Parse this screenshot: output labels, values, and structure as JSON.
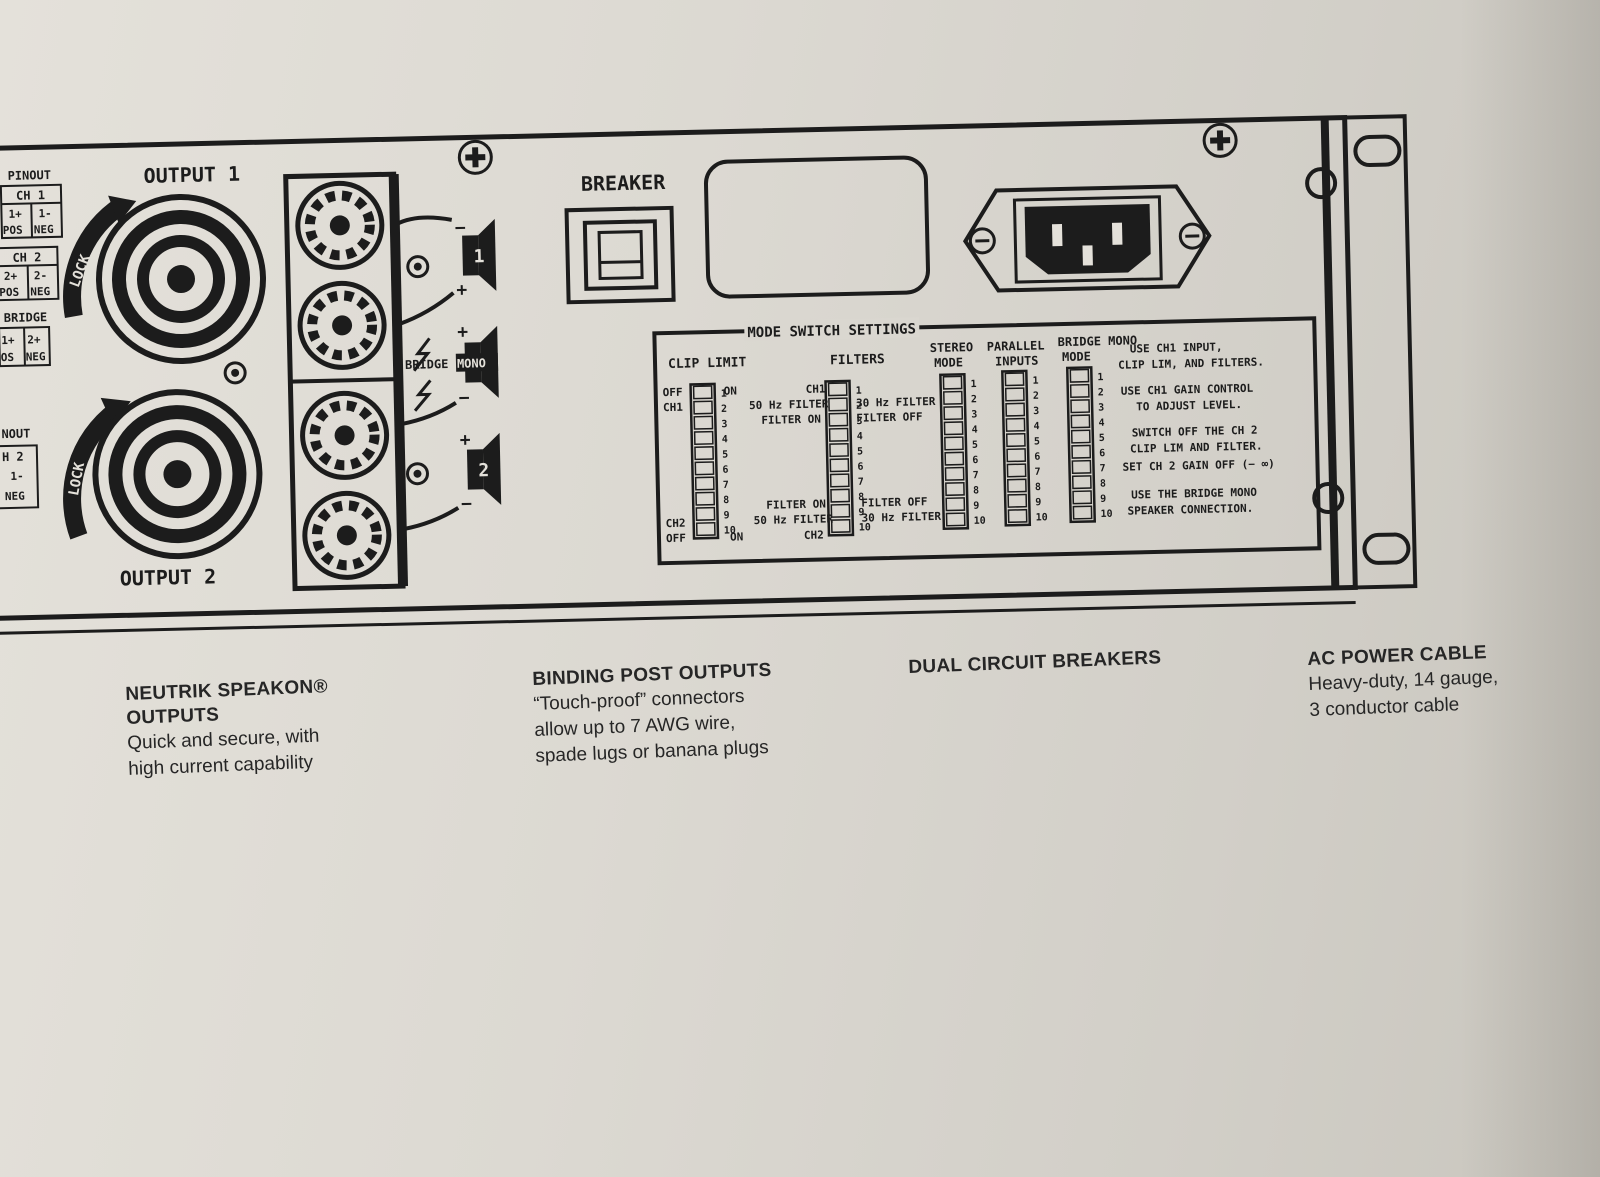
{
  "colors": {
    "ink": "#1c1c1c",
    "paper": "#dedbd4",
    "panel": "#d9d6cf"
  },
  "panel": {
    "pinout": {
      "title": "PINOUT",
      "ch1": "CH 1",
      "ch1_pins": [
        "1+",
        "1-"
      ],
      "ch1_pol": [
        "POS",
        "NEG"
      ],
      "ch2": "CH 2",
      "ch2_pins": [
        "2+",
        "2-"
      ],
      "ch2_pol": [
        "POS",
        "NEG"
      ],
      "bridge": "BRIDGE",
      "bridge_pins": [
        "1+",
        "2+"
      ],
      "bridge_pol": [
        "OS",
        "NEG"
      ],
      "lower_title": "NOUT",
      "lower_ch": "H 2",
      "lower_pins": [
        "1-"
      ],
      "lower_pol": [
        "NEG"
      ]
    },
    "output1_label": "OUTPUT 1",
    "output2_label": "OUTPUT 2",
    "lock_label": "LOCK",
    "bridge_label": "BRIDGE",
    "mono_label": "MONO",
    "speaker1_num": "1",
    "speaker2_num": "2",
    "plus": "+",
    "minus": "−",
    "breaker_label": "BREAKER",
    "mode_switch": {
      "title": "MODE SWITCH SETTINGS",
      "clip_limit": {
        "header": "CLIP LIMIT",
        "off_top": "OFF",
        "ch1": "CH1",
        "on_top": "ON",
        "ch2": "CH2",
        "off_bottom": "OFF",
        "on_bottom": "ON",
        "numbers": [
          "1",
          "2",
          "3",
          "4",
          "5",
          "6",
          "7",
          "8",
          "9",
          "10"
        ]
      },
      "filters": {
        "header": "FILTERS",
        "ch1": "CH1",
        "top_rows": [
          {
            "left": "50 Hz FILTER",
            "right": "30 Hz FILTER"
          },
          {
            "left": "FILTER ON",
            "right": "FILTER OFF"
          }
        ],
        "bottom_rows": [
          {
            "left": "FILTER ON",
            "right": "FILTER OFF"
          },
          {
            "left": "50 Hz FILTER",
            "right": "30 Hz FILTER"
          }
        ],
        "ch2": "CH2",
        "numbers": [
          "1",
          "2",
          "3",
          "4",
          "5",
          "6",
          "7",
          "8",
          "9",
          "10"
        ]
      },
      "stereo_mode": {
        "header_1": "STEREO",
        "header_2": "MODE",
        "numbers": [
          "1",
          "2",
          "3",
          "4",
          "5",
          "6",
          "7",
          "8",
          "9",
          "10"
        ]
      },
      "parallel_inputs": {
        "header_1": "PARALLEL",
        "header_2": "INPUTS",
        "numbers": [
          "1",
          "2",
          "3",
          "4",
          "5",
          "6",
          "7",
          "8",
          "9",
          "10"
        ]
      },
      "bridge_mono": {
        "header_1": "BRIDGE MONO",
        "header_2": "MODE",
        "numbers": [
          "1",
          "2",
          "3",
          "4",
          "5",
          "6",
          "7",
          "8",
          "9",
          "10"
        ],
        "notes": [
          "USE CH1 INPUT,",
          "CLIP LIM, AND FILTERS.",
          "USE CH1 GAIN CONTROL",
          "TO ADJUST LEVEL.",
          "SWITCH OFF THE CH 2",
          "CLIP LIM AND FILTER.",
          "SET CH 2 GAIN OFF (− ∞)",
          "USE THE BRIDGE MONO",
          "SPEAKER CONNECTION."
        ]
      }
    }
  },
  "callouts": [
    {
      "title_1": "NEUTRIK SPEAKON®",
      "title_2": "OUTPUTS",
      "body": [
        "Quick and secure, with",
        "high current capability"
      ]
    },
    {
      "title_1": "BINDING POST OUTPUTS",
      "title_2": "",
      "body": [
        "“Touch-proof” connectors",
        "allow up to 7 AWG wire,",
        "spade lugs or banana plugs"
      ]
    },
    {
      "title_1": "DUAL CIRCUIT BREAKERS",
      "title_2": "",
      "body": []
    },
    {
      "title_1": "AC POWER CABLE",
      "title_2": "",
      "body": [
        "Heavy-duty, 14 gauge,",
        "3 conductor cable"
      ]
    }
  ]
}
